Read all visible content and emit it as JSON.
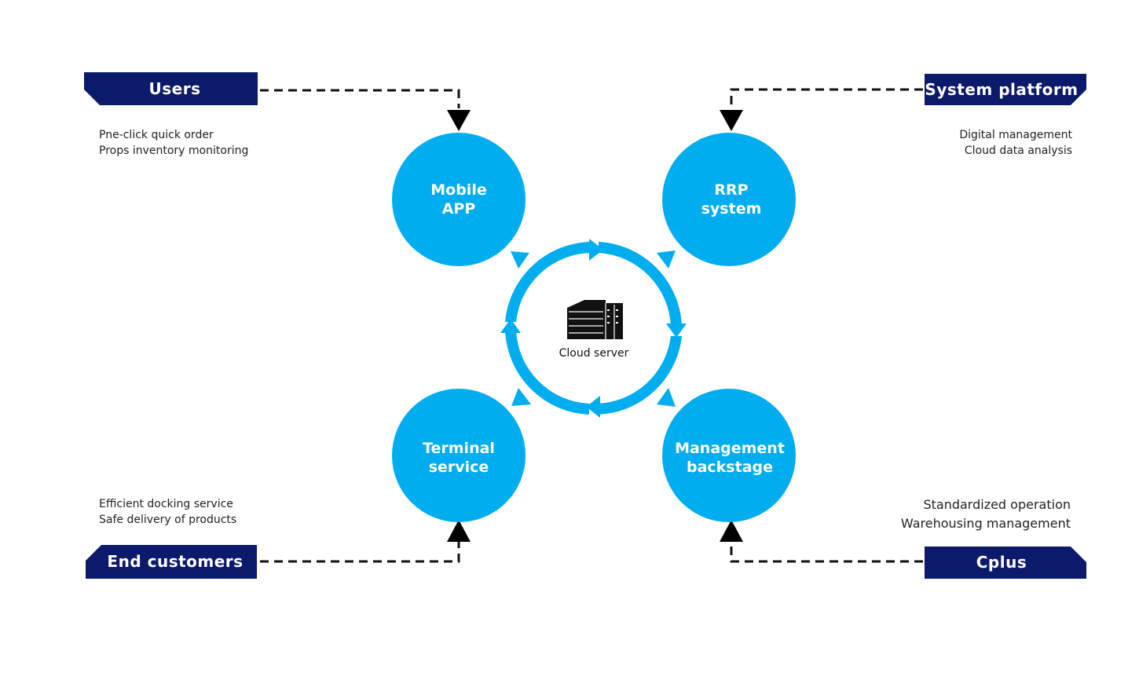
{
  "colors": {
    "navy": "#0c1a6b",
    "node_blue": "#00adef",
    "dash_line": "#111111"
  },
  "corners": {
    "top_left": {
      "title": "Users",
      "lines": [
        "Pne-click quick order",
        "Props inventory monitoring"
      ]
    },
    "top_right": {
      "title": "System platform",
      "lines": [
        "Digital management",
        "Cloud data analysis"
      ]
    },
    "bottom_left": {
      "title": "End customers",
      "lines": [
        "Efficient docking service",
        "Safe delivery of products"
      ]
    },
    "bottom_right": {
      "title": "Cplus",
      "lines": [
        "Standardized operation",
        "Warehousing management"
      ]
    }
  },
  "nodes": {
    "mobile_app": {
      "line1": "Mobile",
      "line2": "APP"
    },
    "rrp_system": {
      "line1": "RRP",
      "line2": "system"
    },
    "terminal": {
      "line1": "Terminal",
      "line2": "service"
    },
    "management": {
      "line1": "Management",
      "line2": "backstage"
    }
  },
  "center": {
    "label": "Cloud server",
    "icon": "server-building-icon"
  }
}
